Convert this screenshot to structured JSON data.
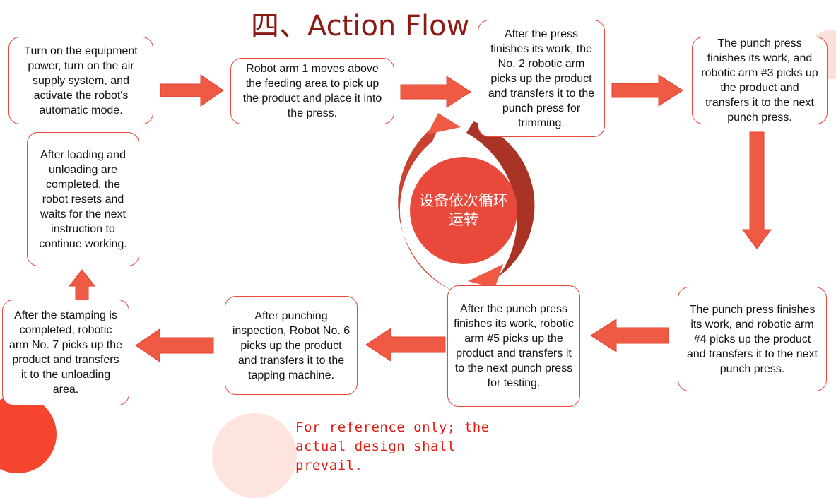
{
  "title": "四、Action Flow",
  "colors": {
    "accent": "#e8493a",
    "title": "#8b1a13",
    "note": "#e8180f",
    "center": "#e8493a"
  },
  "steps": [
    "Turn on the equipment power, turn on the air supply system, and activate the robot's automatic mode.",
    "Robot arm 1 moves above the feeding area to pick up the product and place it into the press.",
    "After the press finishes its work, the No. 2 robotic arm picks up the product and transfers it to the punch press for trimming.",
    "The punch press finishes its work, and robotic arm #3 picks up the product and transfers it to the next punch press.",
    "The punch press finishes its work, and robotic arm #4 picks up the product and transfers it to the next punch press.",
    "After the punch press finishes its work, robotic arm #5 picks up the product and transfers it to the next punch press for testing.",
    "After punching inspection, Robot No. 6 picks up the product and transfers it to the tapping machine.",
    "After the stamping is completed, robotic arm No. 7 picks up the product and transfers it to the unloading area.",
    "After loading and unloading are completed, the robot resets and waits for the next instruction to continue working."
  ],
  "center_label": "设备依次循环运转",
  "note": "For reference only; the actual design shall prevail."
}
